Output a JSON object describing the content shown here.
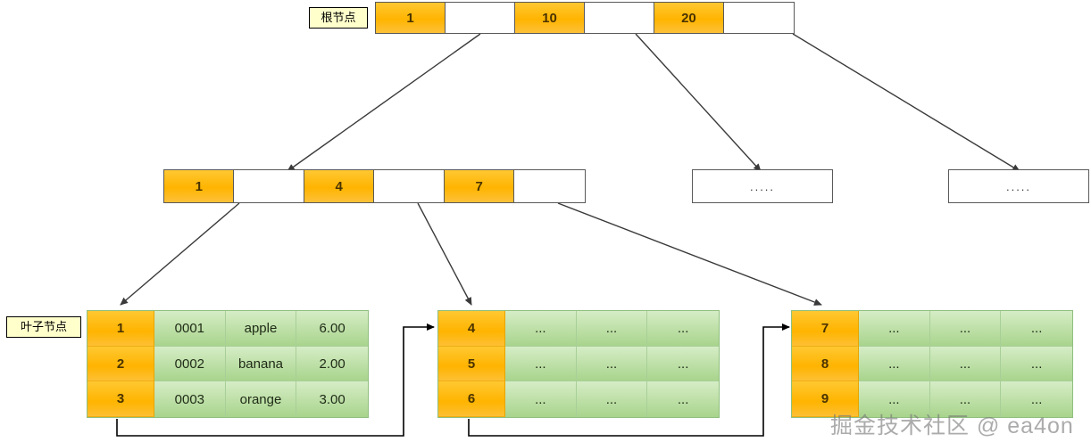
{
  "labels": {
    "root_tag": "根节点",
    "leaf_tag": "叶子节点"
  },
  "root_node": {
    "cells": [
      {
        "text": "1",
        "type": "key"
      },
      {
        "text": "",
        "type": "ptr"
      },
      {
        "text": "10",
        "type": "key"
      },
      {
        "text": "",
        "type": "ptr"
      },
      {
        "text": "20",
        "type": "key"
      },
      {
        "text": "",
        "type": "ptr"
      }
    ]
  },
  "internal_node": {
    "cells": [
      {
        "text": "1",
        "type": "key"
      },
      {
        "text": "",
        "type": "ptr"
      },
      {
        "text": "4",
        "type": "key"
      },
      {
        "text": "",
        "type": "ptr"
      },
      {
        "text": "7",
        "type": "key"
      },
      {
        "text": "",
        "type": "ptr"
      }
    ]
  },
  "sibling_boxes": [
    {
      "text": "....."
    },
    {
      "text": "....."
    }
  ],
  "leaves": [
    {
      "rows": [
        {
          "key": "1",
          "cols": [
            "0001",
            "apple",
            "6.00"
          ]
        },
        {
          "key": "2",
          "cols": [
            "0002",
            "banana",
            "2.00"
          ]
        },
        {
          "key": "3",
          "cols": [
            "0003",
            "orange",
            "3.00"
          ]
        }
      ]
    },
    {
      "rows": [
        {
          "key": "4",
          "cols": [
            "...",
            "...",
            "..."
          ]
        },
        {
          "key": "5",
          "cols": [
            "...",
            "...",
            "..."
          ]
        },
        {
          "key": "6",
          "cols": [
            "...",
            "...",
            "..."
          ]
        }
      ]
    },
    {
      "rows": [
        {
          "key": "7",
          "cols": [
            "...",
            "...",
            "..."
          ]
        },
        {
          "key": "8",
          "cols": [
            "...",
            "...",
            "..."
          ]
        },
        {
          "key": "9",
          "cols": [
            "...",
            "...",
            "..."
          ]
        }
      ]
    }
  ],
  "watermark": {
    "text": "掘金技术社区 @ ea4on"
  },
  "colors": {
    "key_orange": "#ffb400",
    "leaf_green": "#a8d48c",
    "tag_yellow": "#ffffcc",
    "edge_gray": "#595959",
    "link_black": "#000000"
  }
}
